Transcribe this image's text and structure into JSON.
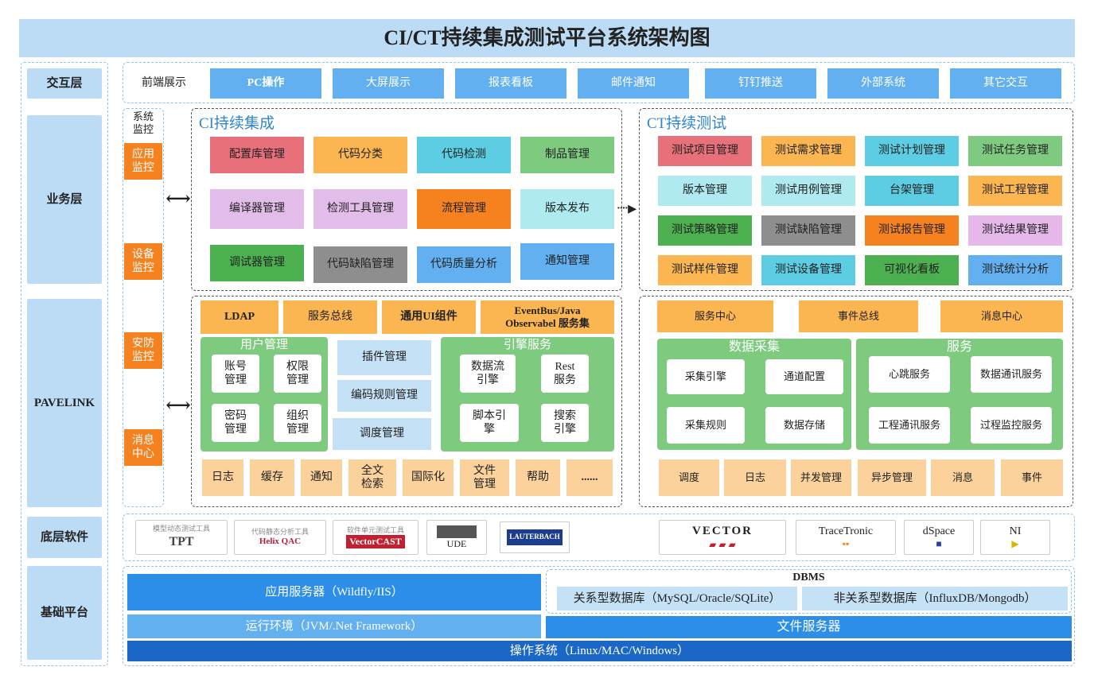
{
  "title": "CI/CT持续集成测试平台系统架构图",
  "layers": [
    "交互层",
    "业务层",
    "PAVELINK",
    "底层软件",
    "基础平台"
  ],
  "interaction": {
    "label": "前端展示",
    "items": [
      "PC操作",
      "大屏展示",
      "报表看板",
      "邮件通知",
      "钉钉推送",
      "外部系统",
      "其它交互"
    ]
  },
  "monitor": {
    "title": "系统\n监控",
    "items": [
      "应用\n监控",
      "设备\n监控",
      "安防\n监控",
      "消息\n中心"
    ]
  },
  "ci": {
    "title": "CI持续集成",
    "items": [
      "配置库管理",
      "代码分类",
      "代码检测",
      "制品管理",
      "编译器管理",
      "检测工具管理",
      "流程管理",
      "版本发布",
      "调试器管理",
      "代码缺陷管理",
      "代码质量分析",
      "通知管理"
    ]
  },
  "ct": {
    "title": "CT持续测试",
    "items": [
      "测试项目管理",
      "测试需求管理",
      "测试计划管理",
      "测试任务管理",
      "版本管理",
      "测试用例管理",
      "台架管理",
      "测试工程管理",
      "测试策略管理",
      "测试缺陷管理",
      "测试报告管理",
      "测试结果管理",
      "测试样件管理",
      "测试设备管理",
      "可视化看板",
      "测试统计分析"
    ]
  },
  "pavelink_left": {
    "top": [
      "LDAP",
      "服务总线",
      "通用UI组件",
      "EventBus/Java\nObservabel 服务集"
    ],
    "user": {
      "title": "用户管理",
      "items": [
        "账号\n管理",
        "权限\n管理",
        "密码\n管理",
        "组织\n管理"
      ]
    },
    "middle": [
      "插件管理",
      "编码规则管理",
      "调度管理"
    ],
    "engine": {
      "title": "引擎服务",
      "items": [
        "数据流\n引擎",
        "Rest\n服务",
        "脚本引\n擎",
        "搜索\n引擎"
      ]
    },
    "bottom": [
      "日志",
      "缓存",
      "通知",
      "全文\n检索",
      "国际化",
      "文件\n管理",
      "帮助",
      "......"
    ]
  },
  "pavelink_right": {
    "top": [
      "服务中心",
      "事件总线",
      "消息中心"
    ],
    "collect": {
      "title": "数据采集",
      "items": [
        "采集引擎",
        "通道配置",
        "采集规则",
        "数据存储"
      ]
    },
    "service": {
      "title": "服务",
      "items": [
        "心跳服务",
        "数据通讯服务",
        "工程通讯服务",
        "过程监控服务"
      ]
    },
    "bottom": [
      "调度",
      "日志",
      "并发管理",
      "异步管理",
      "消息",
      "事件"
    ]
  },
  "software": {
    "logos": [
      {
        "caption": "模型动态测试工具",
        "name": "TPT"
      },
      {
        "caption": "代码静态分析工具",
        "name": "Helix QAC"
      },
      {
        "caption": "软件单元测试工具",
        "name": "VectorCAST"
      },
      {
        "caption": "",
        "name": "UDE"
      },
      {
        "caption": "",
        "name": "LAUTERBACH"
      },
      {
        "caption": "",
        "name": "VECTOR"
      },
      {
        "caption": "",
        "name": "TraceTronic"
      },
      {
        "caption": "",
        "name": "dSpace"
      },
      {
        "caption": "",
        "name": "NI"
      }
    ]
  },
  "base": {
    "app_server": "应用服务器（Wildfly/IIS）",
    "runtime": "运行环境（JVM/.Net Framework）",
    "dbms": "DBMS",
    "rel_db": "关系型数据库（MySQL/Oracle/SQLite）",
    "nonrel_db": "非关系型数据库（InfluxDB/Mongodb）",
    "file_server": "文件服务器",
    "os": "操作系统（Linux/MAC/Windows）"
  },
  "colors": {
    "title_bg": "#bcdcf5",
    "accent_blue": "#62b0f0",
    "dark_blue": "#1b67c6",
    "orange": "#fbb652",
    "deep_orange": "#f5811f",
    "green": "#7ecb80"
  }
}
